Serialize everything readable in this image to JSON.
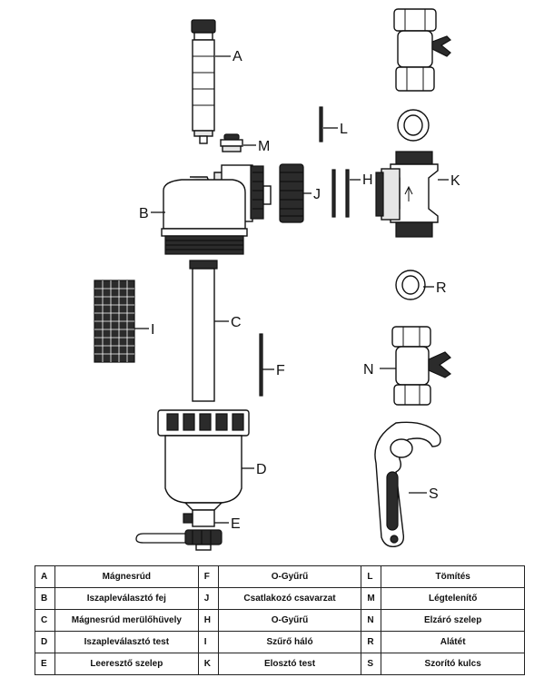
{
  "callouts": {
    "A": "A",
    "B": "B",
    "C": "C",
    "D": "D",
    "E": "E",
    "F": "F",
    "H": "H",
    "I": "I",
    "J": "J",
    "K": "K",
    "L": "L",
    "M": "M",
    "N": "N",
    "R": "R",
    "S": "S"
  },
  "legend": [
    [
      {
        "code": "A",
        "name": "Mágnesrúd"
      },
      {
        "code": "F",
        "name": "O-Gyűrű"
      },
      {
        "code": "L",
        "name": "Tömítés"
      }
    ],
    [
      {
        "code": "B",
        "name": "Iszapleválasztó fej"
      },
      {
        "code": "J",
        "name": "Csatlakozó csavarzat"
      },
      {
        "code": "M",
        "name": "Légtelenítő"
      }
    ],
    [
      {
        "code": "C",
        "name": "Mágnesrúd merülőhüvely"
      },
      {
        "code": "H",
        "name": "O-Gyűrű"
      },
      {
        "code": "N",
        "name": "Elzáró szelep"
      }
    ],
    [
      {
        "code": "D",
        "name": "Iszapleválasztó test"
      },
      {
        "code": "I",
        "name": "Szűrő háló"
      },
      {
        "code": "R",
        "name": "Alátét"
      }
    ],
    [
      {
        "code": "E",
        "name": "Leeresztő szelep"
      },
      {
        "code": "K",
        "name": "Elosztó test"
      },
      {
        "code": "S",
        "name": "Szorító kulcs"
      }
    ]
  ]
}
